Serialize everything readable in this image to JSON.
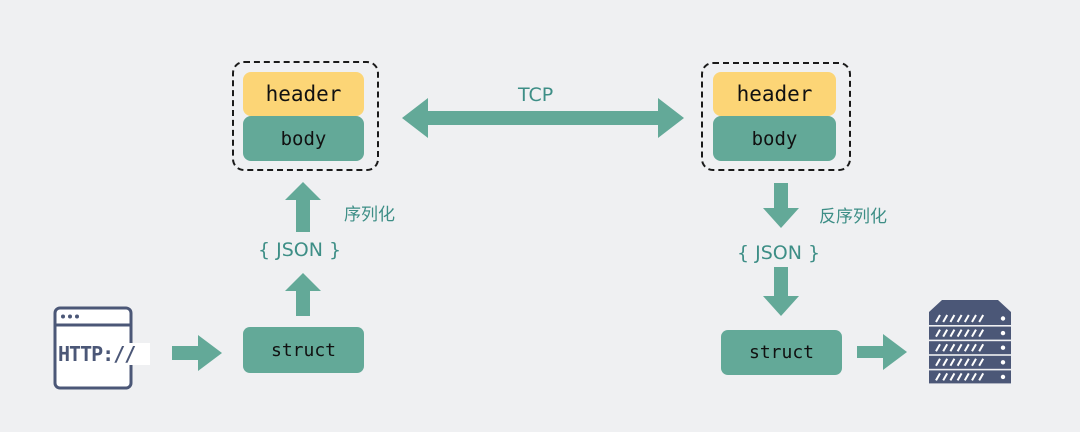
{
  "left_packet": {
    "header": "header",
    "body": "body"
  },
  "right_packet": {
    "header": "header",
    "body": "body"
  },
  "transport": {
    "label": "TCP"
  },
  "left_flow": {
    "json": "{ JSON }",
    "operation": "序列化",
    "struct": "struct"
  },
  "right_flow": {
    "json": "{ JSON }",
    "operation": "反序列化",
    "struct": "struct"
  },
  "http_icon": {
    "text": "HTTP://"
  },
  "colors": {
    "accent": "#63a998",
    "header": "#fcd576",
    "label": "#3d8e86",
    "icon": "#4b5777",
    "background": "#eff0f2"
  }
}
